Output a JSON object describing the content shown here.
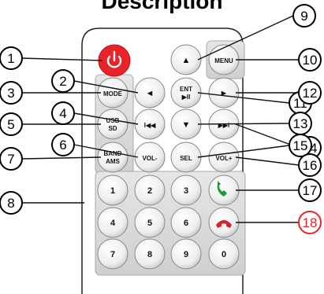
{
  "heading": "Description",
  "buttons": [
    {
      "key": "power",
      "label": "",
      "icon": "power-icon",
      "color": "#e8232a"
    },
    {
      "key": "up",
      "label": "▲",
      "icon": "arrow-up-icon"
    },
    {
      "key": "menu",
      "label": "MENU"
    },
    {
      "key": "mode",
      "label": "MODE"
    },
    {
      "key": "left",
      "label": "◄",
      "icon": "arrow-left-icon"
    },
    {
      "key": "ent",
      "label": "ENT",
      "label2": "▶II",
      "icon": "play-pause-icon"
    },
    {
      "key": "right",
      "label": "►",
      "icon": "arrow-right-icon"
    },
    {
      "key": "usbsd",
      "label": "USB",
      "label2": "SD"
    },
    {
      "key": "prev",
      "label": "I◀◀",
      "icon": "previous-track-icon"
    },
    {
      "key": "down",
      "label": "▼",
      "icon": "arrow-down-icon"
    },
    {
      "key": "next",
      "label": "▶▶I",
      "icon": "next-track-icon"
    },
    {
      "key": "bandams",
      "label": "BAND",
      "label2": "AMS"
    },
    {
      "key": "voldown",
      "label": "VOL-"
    },
    {
      "key": "sel",
      "label": "SEL"
    },
    {
      "key": "volup",
      "label": "VOL+"
    },
    {
      "key": "n1",
      "label": "1"
    },
    {
      "key": "n2",
      "label": "2"
    },
    {
      "key": "n3",
      "label": "3"
    },
    {
      "key": "call",
      "label": "",
      "icon": "phone-answer-icon",
      "color": "#1a9a3a"
    },
    {
      "key": "n4",
      "label": "4"
    },
    {
      "key": "n5",
      "label": "5"
    },
    {
      "key": "n6",
      "label": "6"
    },
    {
      "key": "hangup",
      "label": "",
      "icon": "phone-hangup-icon",
      "color": "#d8232a"
    },
    {
      "key": "n7",
      "label": "7"
    },
    {
      "key": "n8",
      "label": "8"
    },
    {
      "key": "n9",
      "label": "9"
    },
    {
      "key": "n0",
      "label": "0"
    }
  ],
  "callouts": [
    {
      "num": "1",
      "target": "power"
    },
    {
      "num": "2",
      "target": "left"
    },
    {
      "num": "3",
      "target": "mode"
    },
    {
      "num": "4",
      "target": "prev"
    },
    {
      "num": "5",
      "target": "usbsd"
    },
    {
      "num": "6",
      "target": "voldown"
    },
    {
      "num": "7",
      "target": "bandams"
    },
    {
      "num": "8",
      "target": "numpad"
    },
    {
      "num": "9",
      "target": "up"
    },
    {
      "num": "10",
      "target": "menu"
    },
    {
      "num": "11",
      "target": "ent"
    },
    {
      "num": "12",
      "target": "right"
    },
    {
      "num": "13",
      "target": "down"
    },
    {
      "num": "14",
      "target": "next"
    },
    {
      "num": "15",
      "target": "sel"
    },
    {
      "num": "16",
      "target": "volup"
    },
    {
      "num": "17",
      "target": "call"
    },
    {
      "num": "18",
      "target": "hangup",
      "color": "#e8232a"
    }
  ]
}
